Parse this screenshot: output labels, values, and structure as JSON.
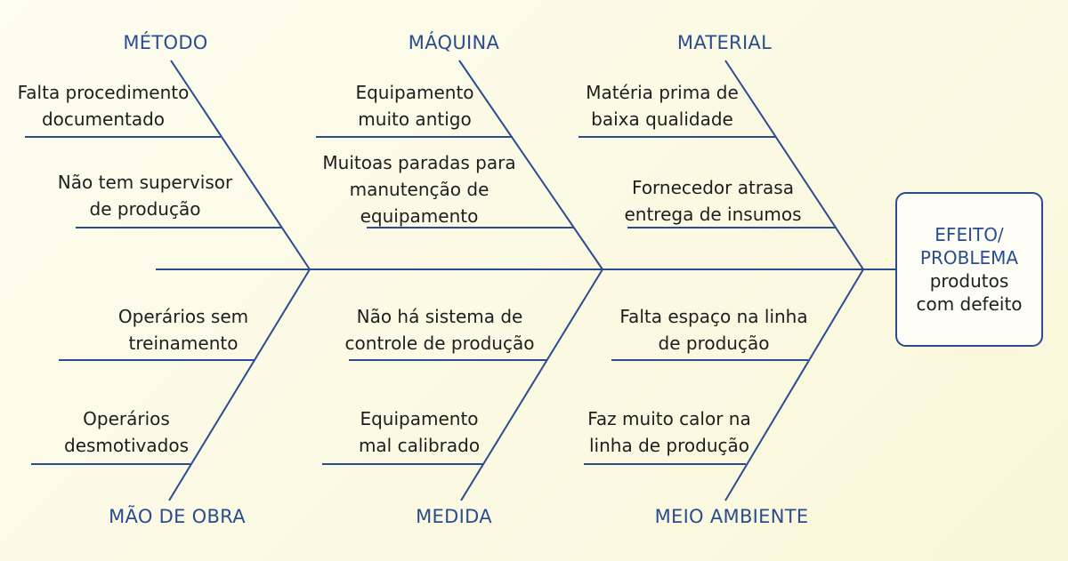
{
  "effect": {
    "title": "EFEITO/\nPROBLEMA",
    "text": "produtos\ncom defeito"
  },
  "categories": {
    "metodo": "MÉTODO",
    "maquina": "MÁQUINA",
    "material": "MATERIAL",
    "mao_de_obra": "MÃO DE OBRA",
    "medida": "MEDIDA",
    "meio_ambiente": "MEIO AMBIENTE"
  },
  "causes": {
    "metodo": [
      "Falta procedimento\ndocumentado",
      "Não tem supervisor\nde produção"
    ],
    "maquina": [
      "Equipamento\nmuito antigo",
      "Muitoas paradas para\nmanutenção de\nequipamento"
    ],
    "material": [
      "Matéria prima de\nbaixa qualidade",
      "Fornecedor atrasa\nentrega de insumos"
    ],
    "mao_de_obra": [
      "Operários sem\ntreinamento",
      "Operários\ndesmotivados"
    ],
    "medida": [
      "Não há sistema de\ncontrole de produção",
      "Equipamento\nmal calibrado"
    ],
    "meio_ambiente": [
      "Falta espaço na linha\nde produção",
      "Faz muito calor na\nlinha de produção"
    ]
  },
  "colors": {
    "line": "#2a4d8f",
    "category": "#2a4d8f",
    "text": "#1e1e1e"
  }
}
